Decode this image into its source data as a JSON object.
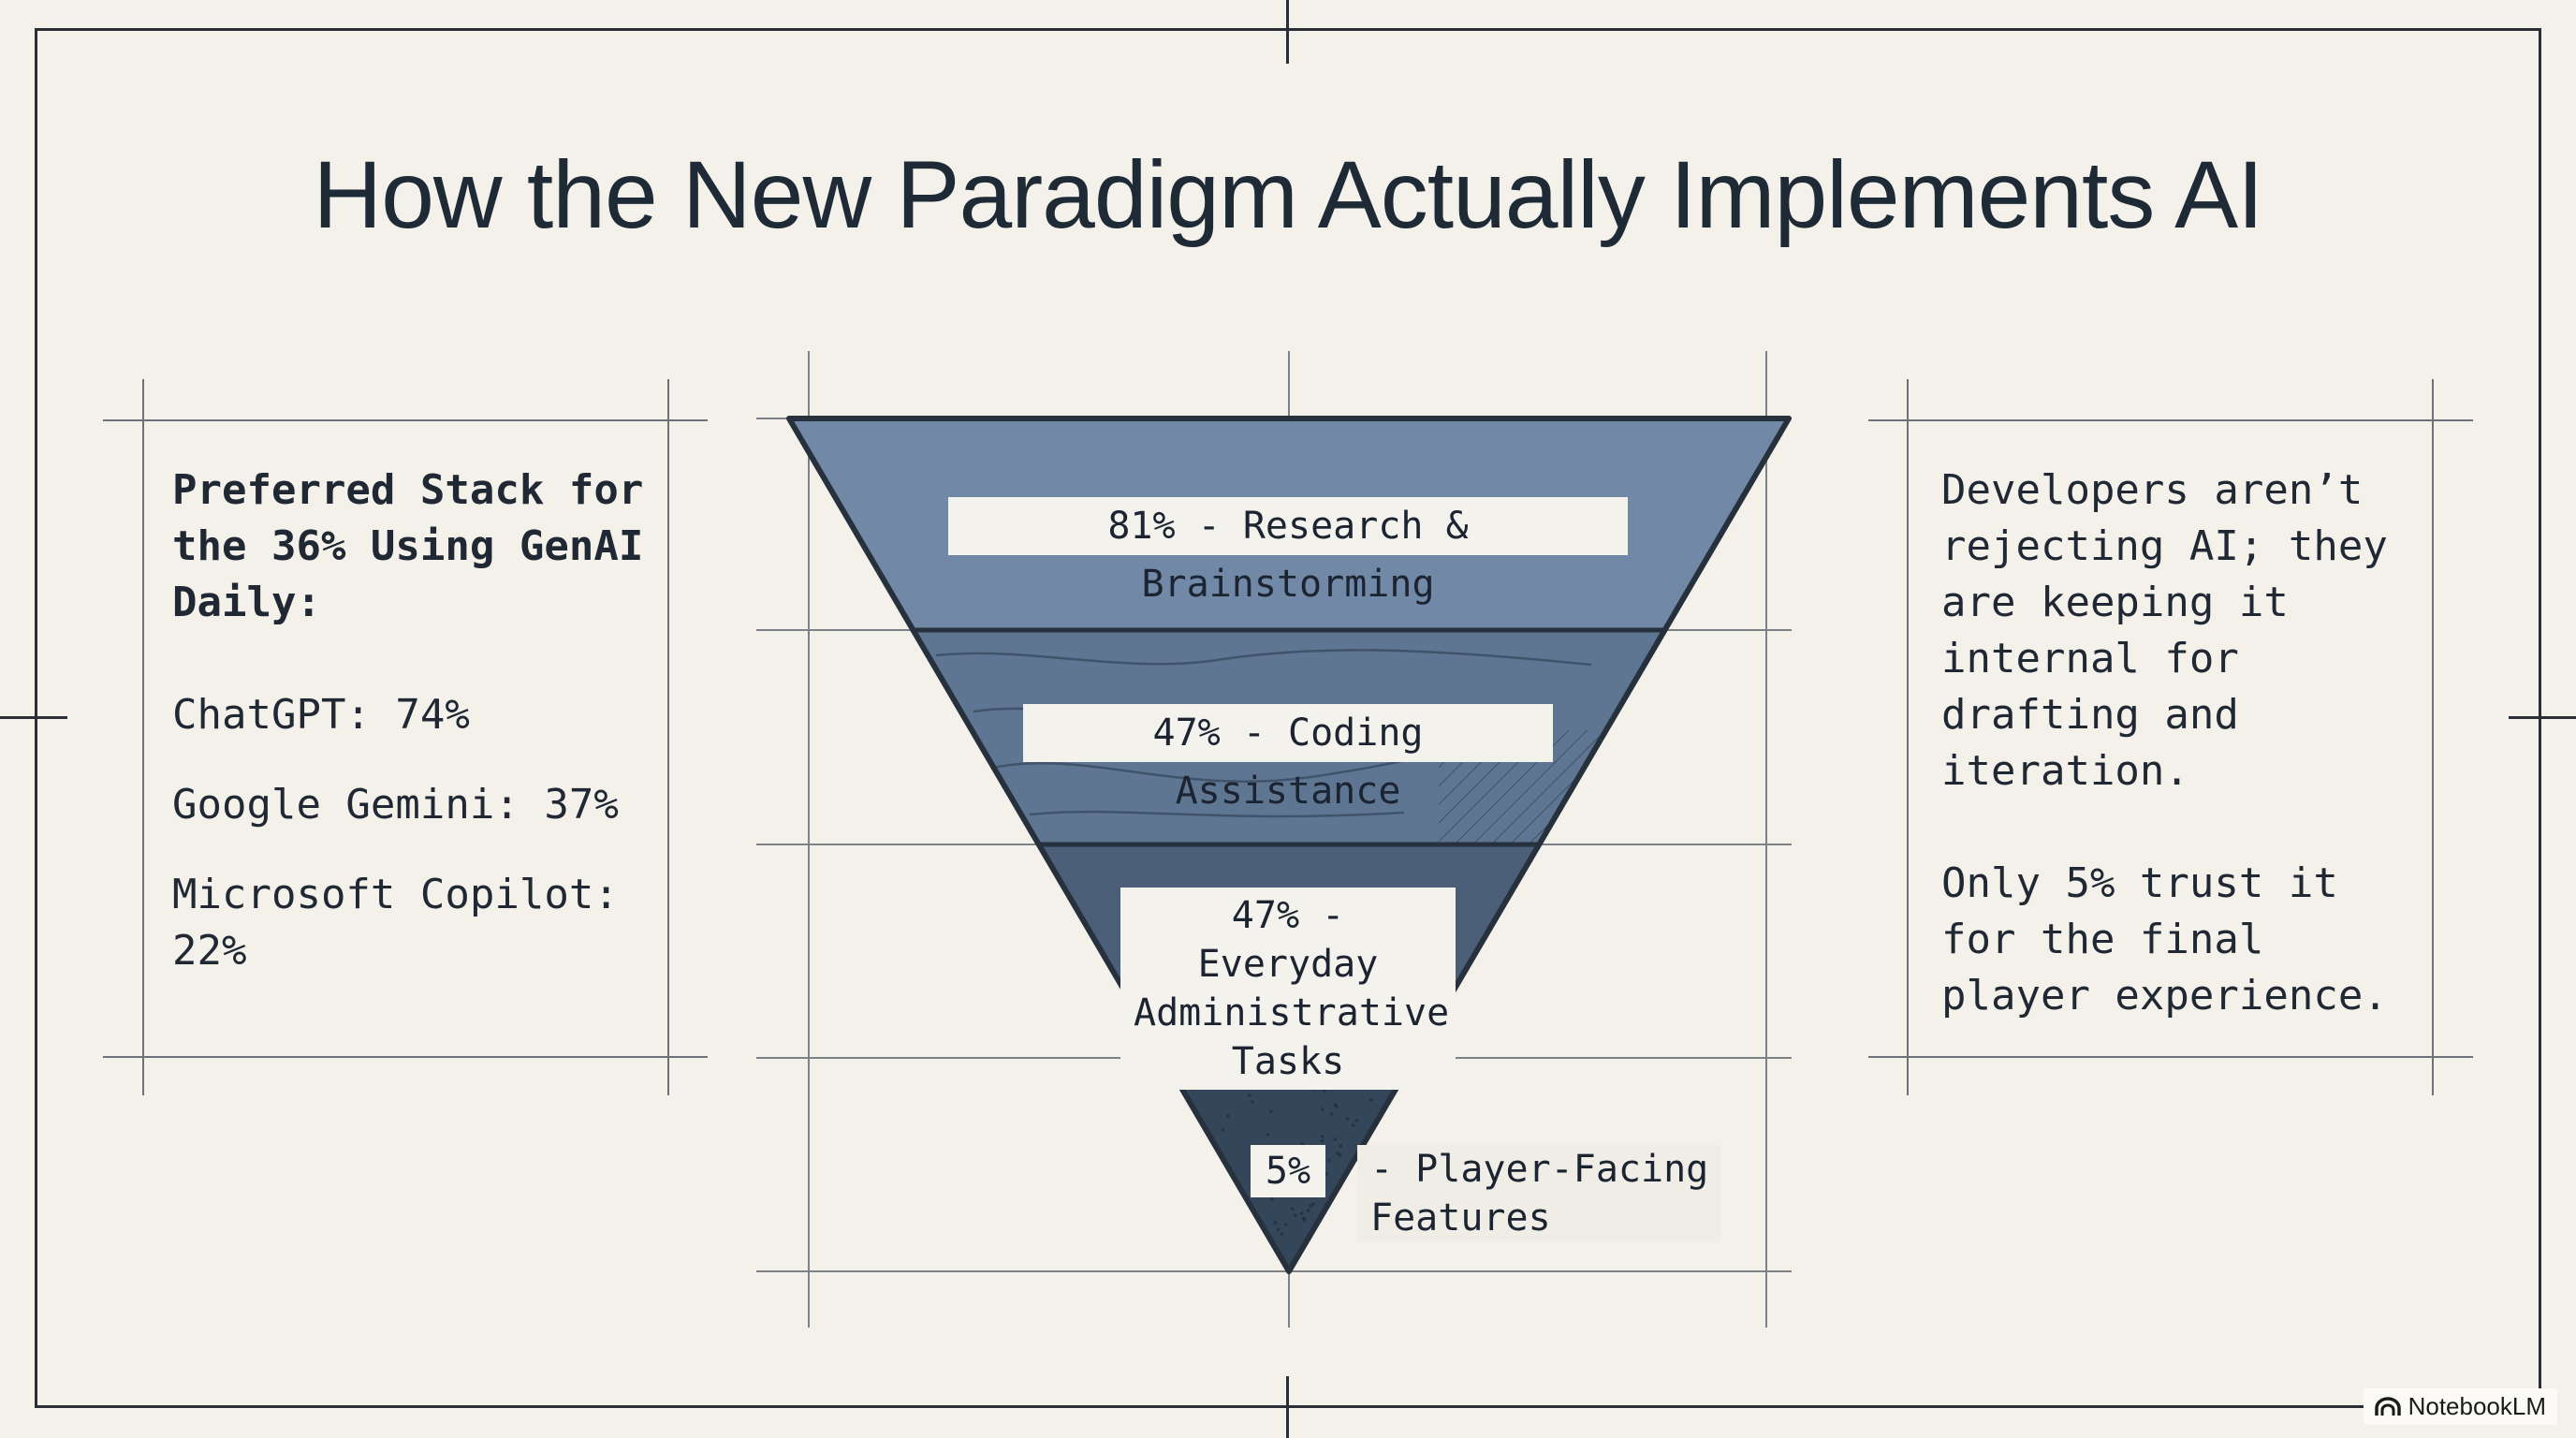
{
  "title": "How the New Paradigm Actually Implements AI",
  "left_panel": {
    "heading": "Preferred Stack for the 36% Using GenAI Daily:",
    "items": [
      "ChatGPT: 74%",
      "Google Gemini: 37%",
      "Microsoft Copilot: 22%"
    ]
  },
  "funnel": {
    "tiers": [
      {
        "label": "81% - Research & Brainstorming",
        "percent": 81
      },
      {
        "label": "47% - Coding Assistance",
        "percent": 47
      },
      {
        "label": "47% - Everyday\nAdministrative\nTasks",
        "percent": 47
      },
      {
        "label": "5%",
        "side_label": "- Player-Facing\n  Features",
        "percent": 5
      }
    ],
    "colors": [
      "#7189a7",
      "#5f7692",
      "#4b5f78",
      "#34465a"
    ]
  },
  "right_panel": {
    "paragraphs": [
      "Developers aren’t\nrejecting AI; they\nare keeping it\ninternal for\ndrafting and\niteration.",
      "Only 5% trust it\nfor the final\nplayer experience."
    ]
  },
  "brand": {
    "label": "NotebookLM",
    "icon": "notebooklm-logo-icon"
  }
}
